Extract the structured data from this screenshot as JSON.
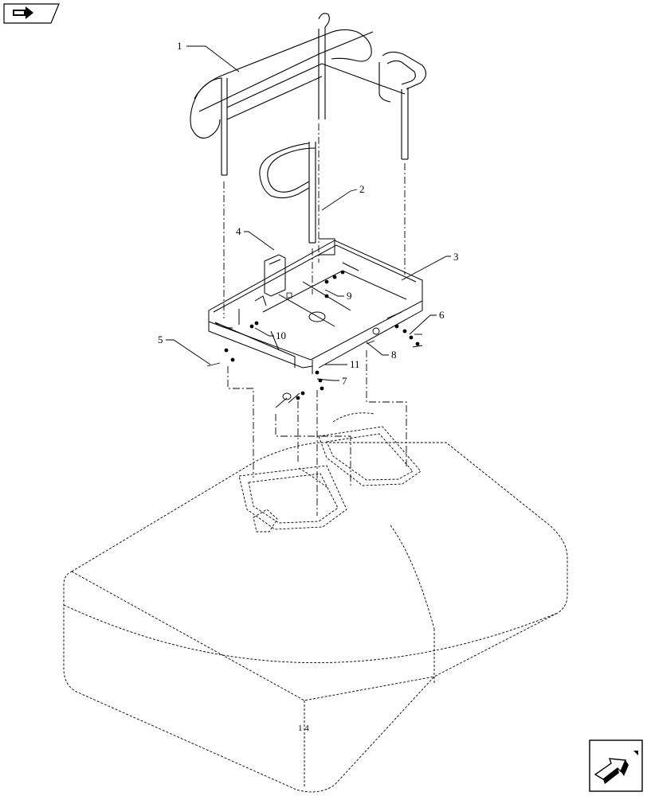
{
  "callouts": [
    {
      "label": "1"
    },
    {
      "label": "2"
    },
    {
      "label": "3"
    },
    {
      "label": "4"
    },
    {
      "label": "5"
    },
    {
      "label": "6"
    },
    {
      "label": "7"
    },
    {
      "label": "8"
    },
    {
      "label": "9"
    },
    {
      "label": "10"
    },
    {
      "label": "11"
    }
  ],
  "footer_mark": "1 4",
  "icons": {
    "top_left": "previous-page-arrow-icon",
    "bottom_right": "next-page-arrow-icon"
  }
}
